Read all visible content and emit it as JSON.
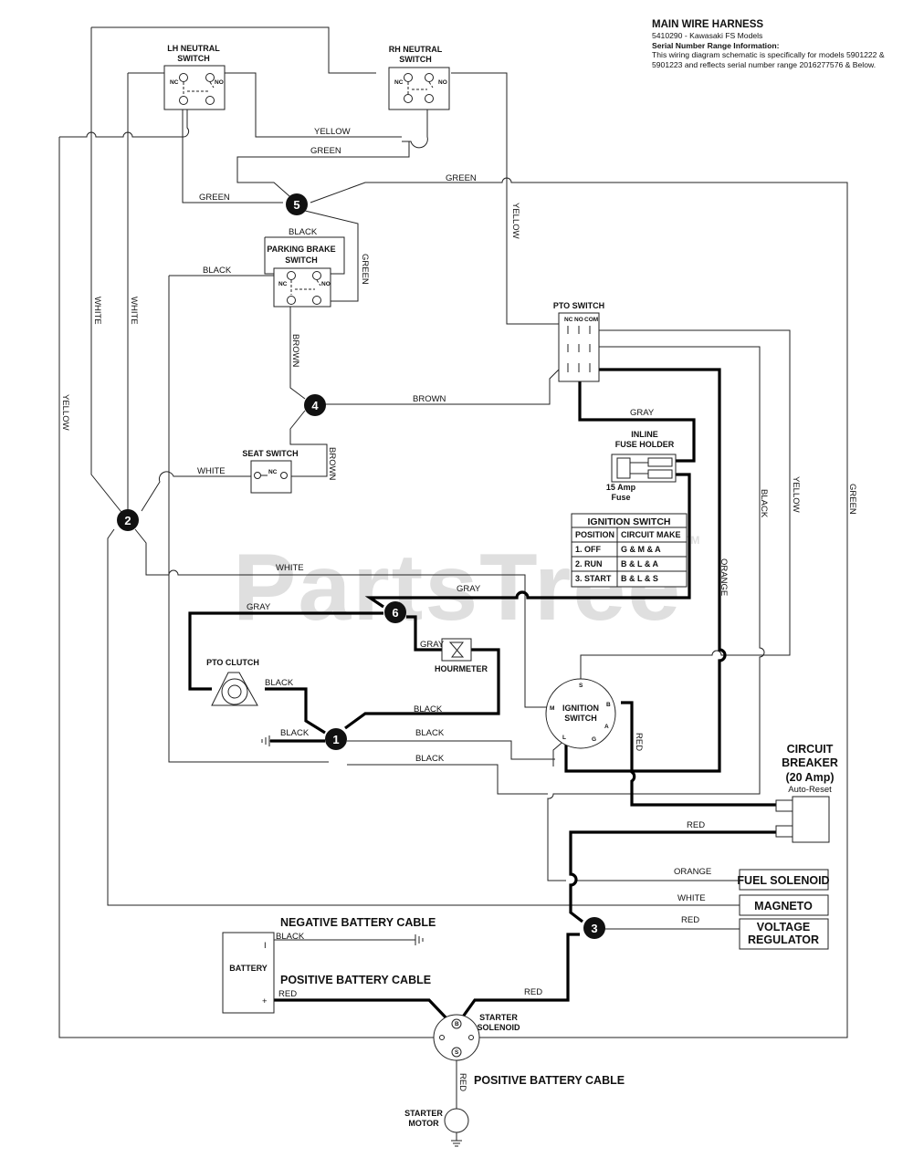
{
  "header": {
    "title": "MAIN WIRE HARNESS",
    "part_info": "5410290 - Kawasaki FS Models",
    "serial_heading": "Serial Number Range Information:",
    "serial_text": "This wiring diagram schematic is specifically for models 5901222 & 5901223 and reflects serial number range 2016277576 & Below."
  },
  "watermark": {
    "text": "PartsTree",
    "mark": "TM"
  },
  "components": {
    "lh_neutral": [
      "LH NEUTRAL",
      "SWITCH"
    ],
    "rh_neutral": [
      "RH NEUTRAL",
      "SWITCH"
    ],
    "parking_brake": [
      "PARKING BRAKE",
      "SWITCH"
    ],
    "seat_switch": "SEAT SWITCH",
    "pto_switch": "PTO SWITCH",
    "fuse_holder": [
      "INLINE",
      "FUSE HOLDER"
    ],
    "fuse_rating": [
      "15 Amp",
      "Fuse"
    ],
    "pto_clutch": "PTO CLUTCH",
    "hourmeter": "HOURMETER",
    "ignition": [
      "IGNITION",
      "SWITCH"
    ],
    "circuit_breaker": [
      "CIRCUIT",
      "BREAKER",
      "(20 Amp)"
    ],
    "circuit_breaker_note": "Auto-Reset",
    "fuel_solenoid": "FUEL SOLENOID",
    "magneto": "MAGNETO",
    "voltage_regulator": [
      "VOLTAGE",
      "REGULATOR"
    ],
    "negative_cable": "NEGATIVE BATTERY CABLE",
    "positive_cable": "POSITIVE BATTERY CABLE",
    "positive_cable_2": "POSITIVE BATTERY CABLE",
    "battery": "BATTERY",
    "battery_neg": "I",
    "battery_pos": "+",
    "starter_solenoid": [
      "STARTER",
      "SOLENOID"
    ],
    "starter_motor": [
      "STARTER",
      "MOTOR"
    ]
  },
  "terminals": {
    "nc": "NC",
    "no": "NO",
    "com": "COM",
    "s": "S",
    "b": "B",
    "m": "M",
    "a": "A",
    "l": "L",
    "g": "G"
  },
  "ignition_table": {
    "title": "IGNITION SWITCH",
    "headers": [
      "POSITION",
      "CIRCUIT MAKE"
    ],
    "rows": [
      [
        "1. OFF",
        "G & M & A"
      ],
      [
        "2. RUN",
        "B & L & A"
      ],
      [
        "3. START",
        "B & L & S"
      ]
    ]
  },
  "nodes": [
    "1",
    "2",
    "3",
    "4",
    "5",
    "6"
  ],
  "wires": {
    "yellow": "YELLOW",
    "green": "GREEN",
    "black": "BLACK",
    "white": "WHITE",
    "brown": "BROWN",
    "gray": "GRAY",
    "orange": "ORANGE",
    "red": "RED"
  },
  "colors": {
    "line": "#222222",
    "heavy_line": "#000000",
    "node": "#111111",
    "watermark": "#969696"
  }
}
